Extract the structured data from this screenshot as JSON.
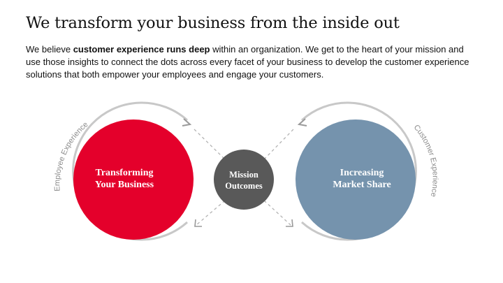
{
  "slide": {
    "title": "We transform your business from the inside out",
    "body": {
      "before": "We believe ",
      "bold": "customer experience runs deep",
      "after": " within an organization. We get to the heart of your mission and use those insights to connect the dots across every facet of your business to develop the customer experience solutions that both empower your employees and engage your customers."
    }
  },
  "diagram": {
    "left_circle": {
      "line1": "Transforming",
      "line2": "Your Business",
      "color": "#e4002b"
    },
    "center_circle": {
      "line1": "Mission",
      "line2": "Outcomes",
      "color": "#595959"
    },
    "right_circle": {
      "line1": "Increasing",
      "line2": "Market Share",
      "color": "#7593ad"
    },
    "left_arc_label": "Employee Experience",
    "right_arc_label": "Customer Experience",
    "arc_color": "#c8c8c8",
    "connector_color": "#b3b3b3"
  }
}
